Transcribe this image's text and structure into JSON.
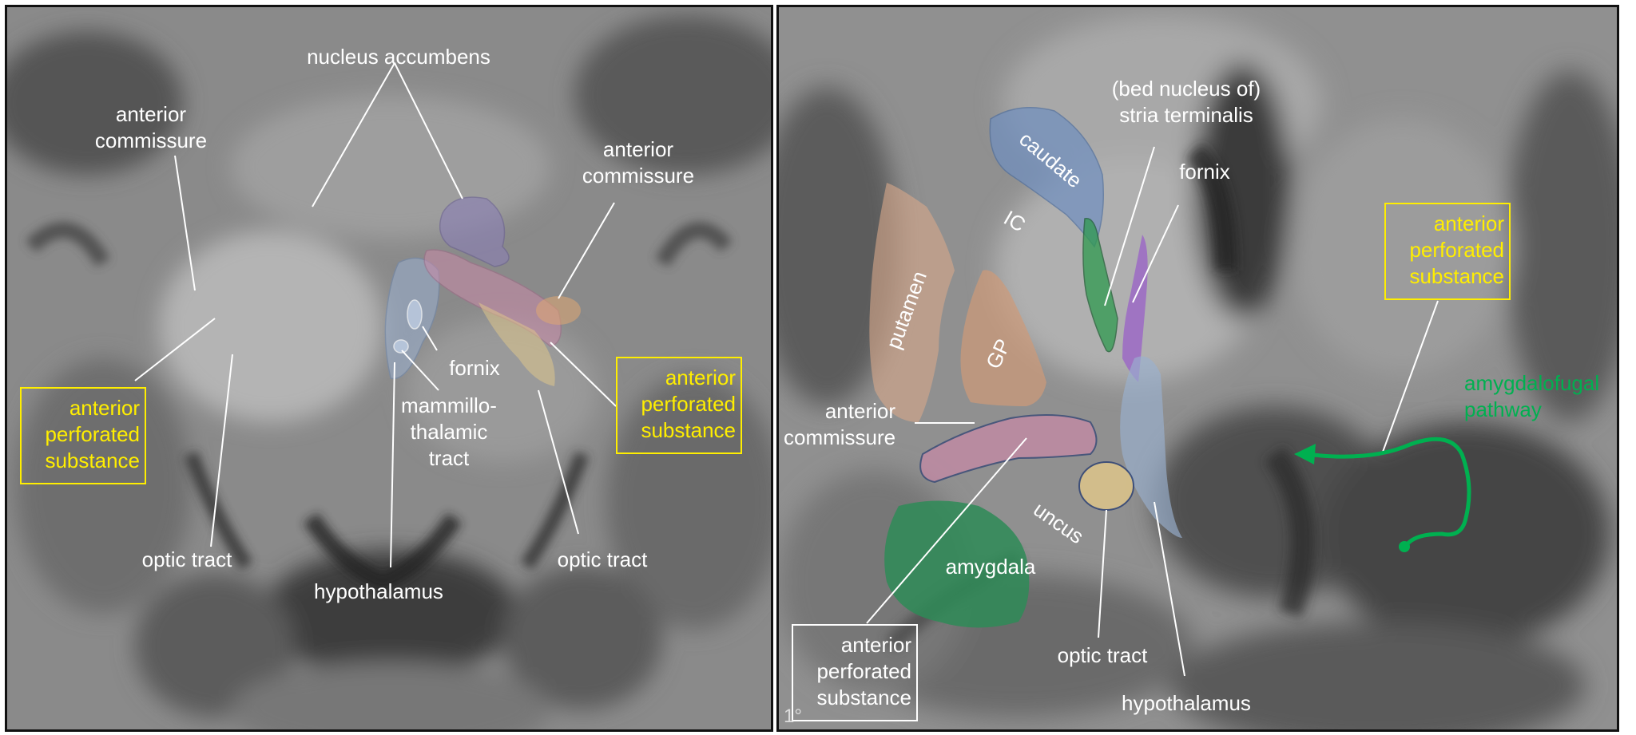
{
  "left_panel": {
    "labels": {
      "nucleus_accumbens": "nucleus accumbens",
      "anterior_commissure_left": "anterior\ncommissure",
      "anterior_commissure_right": "anterior\ncommissure",
      "fornix": "fornix",
      "mammillothalamic_tract": "mammillo-\nthalamic\ntract",
      "optic_tract_left": "optic tract",
      "optic_tract_right": "optic tract",
      "hypothalamus": "hypothalamus",
      "anterior_perforated_substance_left": "anterior\nperforated\nsubstance",
      "anterior_perforated_substance_right": "anterior\nperforated\nsubstance"
    }
  },
  "right_panel": {
    "labels": {
      "bed_nucleus": "(bed nucleus of)\nstria terminalis",
      "caudate": "caudate",
      "fornix": "fornix",
      "ic": "IC",
      "putamen": "putamen",
      "gp": "GP",
      "anterior_commissure": "anterior\ncommissure",
      "uncus": "uncus",
      "amygdala": "amygdala",
      "optic_tract": "optic tract",
      "hypothalamus": "hypothalamus",
      "anterior_perforated_substance_white": "anterior\nperforated\nsubstance",
      "anterior_perforated_substance_yellow": "anterior\nperforated\nsubstance",
      "amygdalofugal_pathway": "amygdalofugal\npathway",
      "corner_mark": "1°"
    }
  },
  "colors": {
    "label_white": "#ffffff",
    "label_yellow": "#ffee00",
    "pathway_green": "#00b050",
    "nucleus_accumbens_overlay": "#8a7fb5",
    "anterior_commissure_overlay": "#c98aa8",
    "fornix_overlay": "#9ab0d0",
    "caudate_overlay": "#6f8fc0",
    "putamen_overlay": "#d9a88a",
    "gp_overlay": "#cf9a78",
    "amygdala_overlay": "#2e8b57",
    "optic_tract_overlay": "#e3c98a",
    "stria_terminalis_overlay": "#2f9a4f",
    "fornix_purple_overlay": "#9a60c8"
  }
}
